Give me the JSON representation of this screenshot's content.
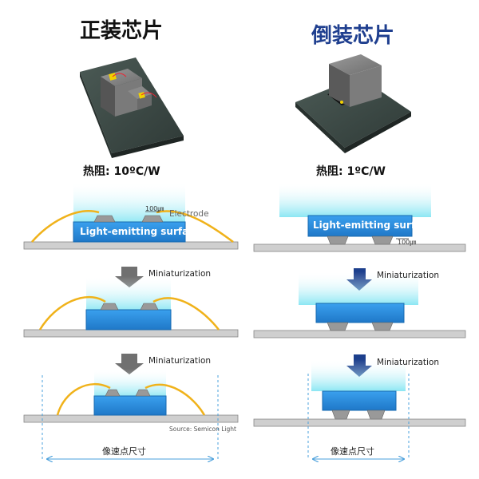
{
  "titles": {
    "left": "正装芯片",
    "right": "倒装芯片"
  },
  "thermal": {
    "left": "热阻: 10ºC/W",
    "right": "热阻: 1ºC/W"
  },
  "labels": {
    "electrode": "Electrode",
    "light_surface": "Light-emitting surface",
    "miniaturization": "Miniaturization",
    "scale_left": "100㎛",
    "scale_right": "100㎛",
    "source": "Source: Semicon Light",
    "pixel_size": "像速点尺寸"
  },
  "colors": {
    "chip_blue": "#2f8fe0",
    "glow": "#8fe8f5",
    "wire": "#f0b21a",
    "substrate": "#c8c8c8",
    "arrow_gray": "#707070",
    "arrow_blue": "#1c3f8c",
    "dim_line": "#4aa0dc"
  }
}
